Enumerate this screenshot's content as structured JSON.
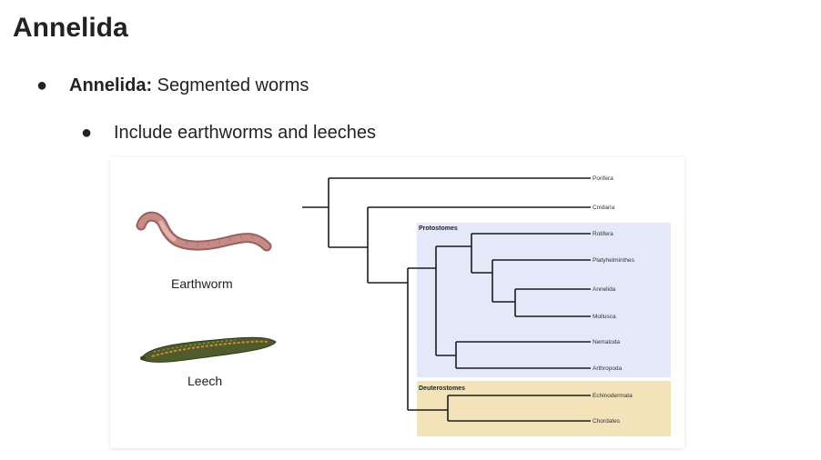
{
  "slide": {
    "title": "Annelida",
    "bullets": [
      {
        "marker": "●",
        "term": "Annelida:",
        "text": " Segmented worms"
      },
      {
        "marker": "●",
        "text": "Include earthworms and leeches"
      }
    ]
  },
  "figure": {
    "specimens": [
      {
        "label": "Earthworm",
        "icon": "earthworm-illustration"
      },
      {
        "label": "Leech",
        "icon": "leech-illustration"
      }
    ],
    "groups": [
      {
        "name": "Protostomes",
        "color": "#e3e9f8"
      },
      {
        "name": "Deuterostomes",
        "color": "#f3e3b9"
      }
    ],
    "taxa": [
      "Porifera",
      "Cnidaria",
      "Rotifera",
      "Platyhelminthes",
      "Annelida",
      "Mollusca",
      "Nematoda",
      "Arthropoda",
      "Echinodermata",
      "Chordates"
    ]
  }
}
